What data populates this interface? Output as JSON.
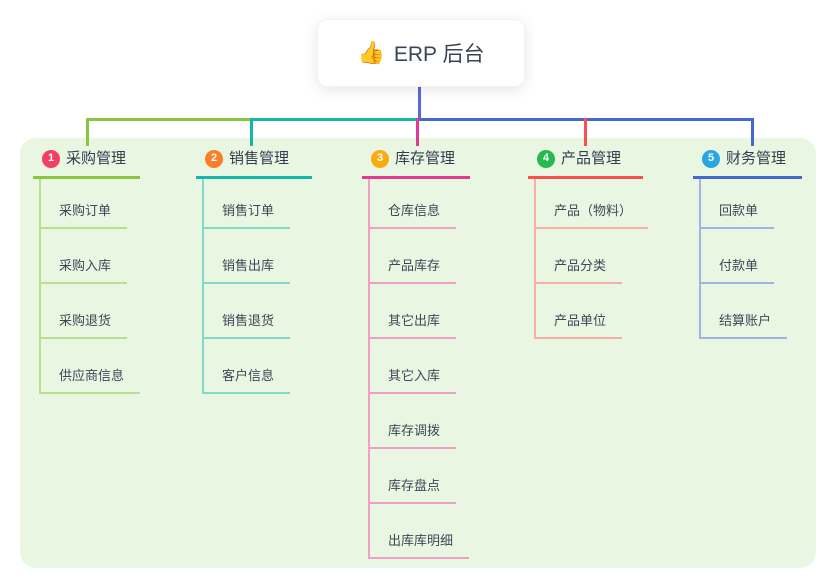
{
  "root": {
    "icon": "👍",
    "label": "ERP 后台"
  },
  "connectors": {
    "root_line_color": "#5a68d8"
  },
  "panel": {
    "background": "#e9f6e2"
  },
  "branches": [
    {
      "index": "1",
      "label": "采购管理",
      "badge_color": "#f43f63",
      "line_color": "#8bc53f",
      "child_line_color": "#b9e08f",
      "children": [
        "采购订单",
        "采购入库",
        "采购退货",
        "供应商信息"
      ]
    },
    {
      "index": "2",
      "label": "销售管理",
      "badge_color": "#fa7e28",
      "line_color": "#12b9ab",
      "child_line_color": "#82d9ce",
      "children": [
        "销售订单",
        "销售出库",
        "销售退货",
        "客户信息"
      ]
    },
    {
      "index": "3",
      "label": "库存管理",
      "badge_color": "#fbab10",
      "line_color": "#e13a92",
      "child_line_color": "#f0a0c8",
      "children": [
        "仓库信息",
        "产品库存",
        "其它出库",
        "其它入库",
        "库存调拨",
        "库存盘点",
        "出库库明细"
      ]
    },
    {
      "index": "4",
      "label": "产品管理",
      "badge_color": "#26ba4e",
      "line_color": "#fb5050",
      "child_line_color": "#f9aea8",
      "children": [
        "产品（物料）",
        "产品分类",
        "产品单位"
      ]
    },
    {
      "index": "5",
      "label": "财务管理",
      "badge_color": "#28a7e2",
      "line_color": "#4468d0",
      "child_line_color": "#9fb3e6",
      "children": [
        "回款单",
        "付款单",
        "结算账户"
      ]
    }
  ]
}
